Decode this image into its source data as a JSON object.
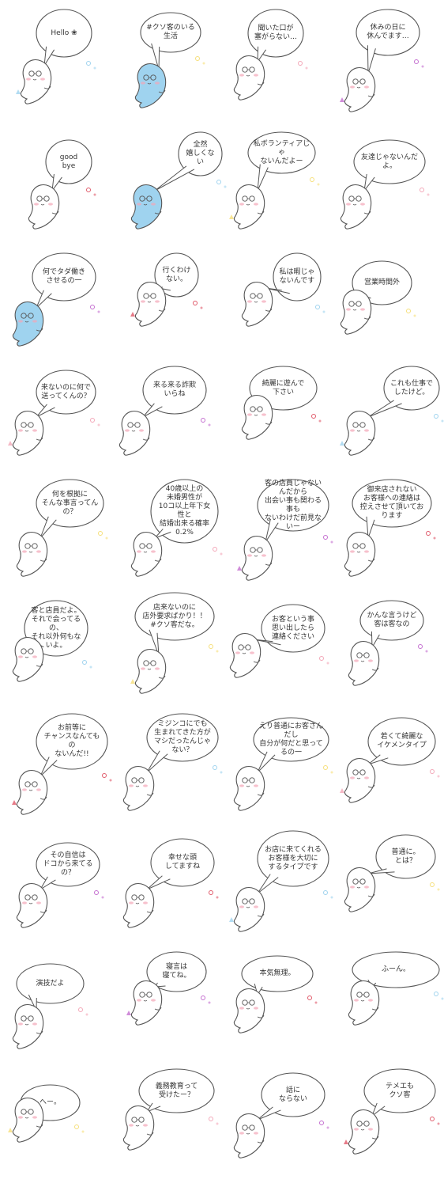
{
  "colors": {
    "line": "#555555",
    "blue": "#9fd3ef",
    "yellow": "#f6df7a",
    "pink": "#f3a7b8",
    "purple": "#c46fd0",
    "red": "#e05a6a",
    "dark": "#333333"
  },
  "stickers": [
    {
      "text": "Hello ❀",
      "icon": "seal-icon"
    },
    {
      "text": "#クソ客のいる生活",
      "icon": "seal-icon"
    },
    {
      "text": "聞いた口が\n塞がらない…",
      "icon": "seal-icon"
    },
    {
      "text": "休みの日に\n休んでます…",
      "icon": "seal-icon"
    },
    {
      "text": "good\nbye",
      "icon": "seal-icon"
    },
    {
      "text": "全然\n嬉しくない",
      "icon": "seal-icon"
    },
    {
      "text": "私ボランティアじゃ\nないんだよー",
      "icon": "seal-icon"
    },
    {
      "text": "友達じゃないんだよ。",
      "icon": "seal-icon"
    },
    {
      "text": "何でタダ働き\nさせるの一",
      "icon": "seal-icon"
    },
    {
      "text": "行くわけ\nない。",
      "icon": "seal-icon"
    },
    {
      "text": "私は暇じゃ\nないんです",
      "icon": "seal-icon"
    },
    {
      "text": "営業時間外",
      "icon": "seal-icon"
    },
    {
      "text": "来ないのに何で\n送ってくんの？",
      "icon": "seal-icon"
    },
    {
      "text": "来る来る詐欺\nいらね",
      "icon": "seal-icon"
    },
    {
      "text": "綺麗に遊んで\n下さい",
      "icon": "seal-icon"
    },
    {
      "text": "これも仕事で\nしたけど。",
      "icon": "seal-icon"
    },
    {
      "text": "何を根拠に\nそんな事言ってんの？",
      "icon": "seal-icon"
    },
    {
      "text": "40歳以上の\n未婚男性が\n10コ以上年下女性と\n結婚出来る確率\n0.2%",
      "icon": "seal-icon"
    },
    {
      "text": "客の店員じゃないんだから\n出会い事も関わる事も\nないわけだ前見ないー",
      "icon": "seal-icon"
    },
    {
      "text": "御来店されない\nお客様への連絡は\n控えさせて頂いております",
      "icon": "seal-icon"
    },
    {
      "text": "客と店員だよ。\nそれで会ってるの、\nそれ以外何もないよ。",
      "icon": "seal-icon"
    },
    {
      "text": "店来ないのに\n店外要求ばかり！！\n#クソ客だな。",
      "icon": "seal-icon"
    },
    {
      "text": "お客という事\n思い出したら\n連絡ください",
      "icon": "seal-icon"
    },
    {
      "text": "かんな言うけど\n客は客なの",
      "icon": "seal-icon"
    },
    {
      "text": "お前等に\nチャンスなんてもの\nないんだ!!",
      "icon": "seal-icon"
    },
    {
      "text": "ミジンコにでも\n生まれてきた方が\nマシだったんじゃない？",
      "icon": "seal-icon"
    },
    {
      "text": "えり普通にお客さんだし\n自分が何だと思ってるの一",
      "icon": "seal-icon"
    },
    {
      "text": "若くて綺麗な\nイケメンタイプ",
      "icon": "seal-icon"
    },
    {
      "text": "その自信は\nドコから来てるの？",
      "icon": "seal-icon"
    },
    {
      "text": "幸せな頭\nしてますね",
      "icon": "seal-icon"
    },
    {
      "text": "お店に来てくれる\nお客様を大切に\nするタイプです",
      "icon": "seal-icon"
    },
    {
      "text": "普通に。\nとは？",
      "icon": "seal-icon"
    },
    {
      "text": "演技だよ",
      "icon": "seal-icon"
    },
    {
      "text": "寝言は\n寝てね。",
      "icon": "seal-icon"
    },
    {
      "text": "本気無理。",
      "icon": "seal-icon"
    },
    {
      "text": "ふーん。",
      "icon": "seal-icon"
    },
    {
      "text": "へー。",
      "icon": "seal-icon"
    },
    {
      "text": "義務教育って\n受けたー？",
      "icon": "seal-icon"
    },
    {
      "text": "話に\nならない",
      "icon": "seal-icon"
    },
    {
      "text": "テメエも\nクソ客",
      "icon": "seal-icon"
    }
  ]
}
